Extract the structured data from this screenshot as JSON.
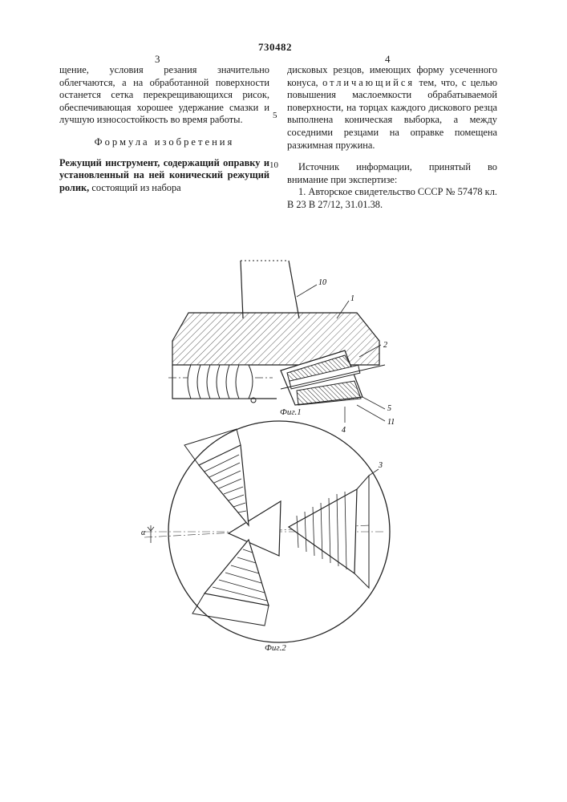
{
  "header": {
    "patent_number": "730482",
    "column_left_number": "3",
    "column_right_number": "4"
  },
  "left_column": {
    "paragraph1": "щение, условия резания значительно облегчаются, а на обработанной поверхности останется сетка перекрещивающихся рисок, обеспечивающая хорошее удержание смазки и лучшую износостойкость во время работы.",
    "heading": "Формула изобретения",
    "claim_bold": "Режущий инструмент, содержащий оправку и установленный на ней конический режущий ролик,",
    "claim_rest": "состоящий из набора"
  },
  "right_column": {
    "paragraph1_start": "дисковых резцов, имеющих форму усеченного конуса,",
    "paragraph1_spaced": "отличающийся",
    "paragraph1_end": "тем, что, с целью повышения маслоемкости обрабатываемой поверхности, на торцах каждого дискового резца выполнена коническая выборка, а между соседними резцами на оправке помещена разжимная пружина.",
    "sources_heading": "Источник информации, принятый во внимание при экспертизе:",
    "source1": "1. Авторское свидетельство СССР № 57478 кл. В 23 В 27/12, 31.01.38."
  },
  "line_numbers": [
    "5",
    "10"
  ],
  "figure1": {
    "caption": "Фиг.1",
    "labels": [
      "10",
      "1",
      "2",
      "5",
      "11",
      "4"
    ]
  },
  "figure2": {
    "caption": "Фиг.2",
    "labels": [
      "3",
      "α"
    ]
  }
}
